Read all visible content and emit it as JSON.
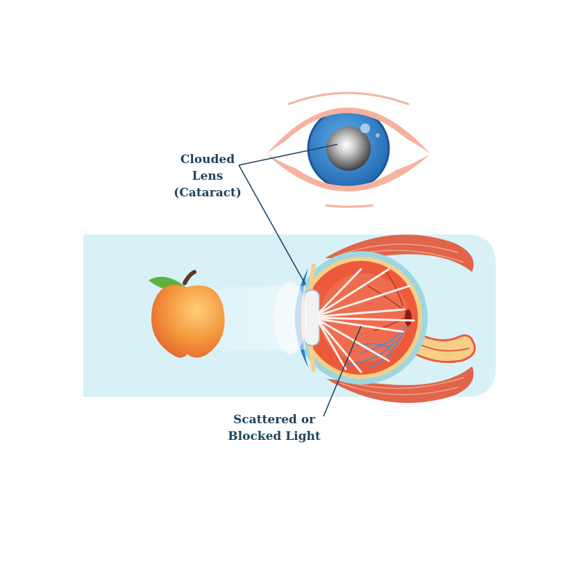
{
  "labels": {
    "cataract": {
      "line1": "Clouded",
      "line2": "Lens",
      "line3": "(Cataract)"
    },
    "scatter": {
      "line1": "Scattered or",
      "line2": "Blocked Light"
    }
  },
  "colors": {
    "background_panel": "#d8f1f7",
    "label_text": "#1d4460",
    "iris": "#2f7fc9",
    "eyelid": "#f6b2a0",
    "muscle": "#e0654a",
    "eyeball_interior": "#ec5a3c",
    "apple": "#f38a3a",
    "leaf": "#5eb13c"
  },
  "icons": [
    "eye-front-icon",
    "eye-cross-section-icon",
    "apple-icon"
  ]
}
